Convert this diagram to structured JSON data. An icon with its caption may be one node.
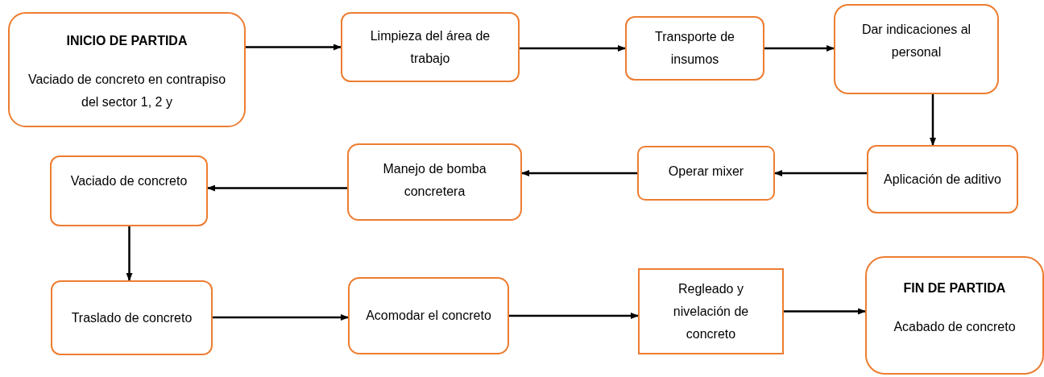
{
  "diagram": {
    "nodes": [
      {
        "text": [
          "INICIO DE PARTIDA",
          "Vaciado de concreto en contrapiso del sector 1, 2 y"
        ]
      },
      {
        "text": [
          "Limpieza del área de trabajo"
        ]
      },
      {
        "text": [
          "Transporte de insumos"
        ]
      },
      {
        "text": [
          "Dar indicaciones al personal"
        ]
      },
      {
        "text": [
          "Aplicación de aditivo"
        ]
      },
      {
        "text": [
          "Operar mixer"
        ]
      },
      {
        "text": [
          "Manejo de bomba concretera"
        ]
      },
      {
        "text": [
          "Vaciado de concreto"
        ]
      },
      {
        "text": [
          "Traslado de concreto"
        ]
      },
      {
        "text": [
          "Acomodar el concreto"
        ]
      },
      {
        "text": [
          "Regleado y nivelación de concreto"
        ]
      },
      {
        "text": [
          "FIN DE PARTIDA",
          "Acabado de concreto"
        ]
      }
    ],
    "edges": [
      {
        "from": 0,
        "to": 1,
        "arrow": "to"
      },
      {
        "from": 1,
        "to": 2,
        "arrow": "to"
      },
      {
        "from": 2,
        "to": 3,
        "arrow": "to"
      },
      {
        "from": 3,
        "to": 4,
        "arrow": "to"
      },
      {
        "from": 4,
        "to": 5,
        "arrow": "to"
      },
      {
        "from": 5,
        "to": 6,
        "arrow": "to"
      },
      {
        "from": 6,
        "to": 7,
        "arrow": "to"
      },
      {
        "from": 7,
        "to": 8,
        "arrow": "to"
      },
      {
        "from": 8,
        "to": 9,
        "arrow": "to"
      },
      {
        "from": 9,
        "to": 10,
        "arrow": "to"
      },
      {
        "from": 10,
        "to": 11,
        "arrow": "to"
      }
    ]
  }
}
